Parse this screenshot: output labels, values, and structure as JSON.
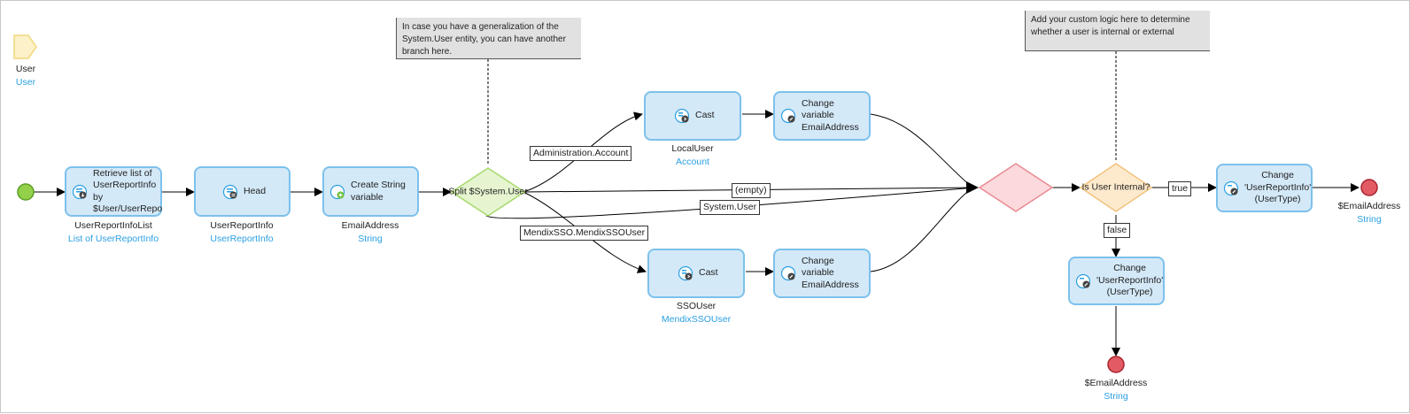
{
  "parameter": {
    "name": "User",
    "type": "User"
  },
  "notes": {
    "generalization": "In case you have a generalization of the System.User entity, you can have another branch here.",
    "custom_logic": "Add your custom logic here to determine whether a user is internal or external"
  },
  "activities": {
    "retrieve": {
      "text": "Retrieve list of UserReportInfo by $User/UserRepo",
      "var": "UserReportInfoList",
      "type": "List of UserReportInfo"
    },
    "head": {
      "text": "Head",
      "var": "UserReportInfo",
      "type": "UserReportInfo"
    },
    "create_string": {
      "text": "Create String variable",
      "var": "EmailAddress",
      "type": "String"
    },
    "cast_local": {
      "text": "Cast",
      "var": "LocalUser",
      "type": "Account"
    },
    "change_email_top": {
      "text": "Change variable EmailAddress"
    },
    "cast_sso": {
      "text": "Cast",
      "var": "SSOUser",
      "type": "MendixSSOUser"
    },
    "change_email_bottom": {
      "text": "Change variable EmailAddress"
    },
    "change_report_true": {
      "text": "Change 'UserReportInfo' (UserType)"
    },
    "change_report_false": {
      "text": "Change 'UserReportInfo' (UserType)"
    }
  },
  "split": {
    "text": "Split $System.User"
  },
  "decision": {
    "text": "Is User Internal?"
  },
  "conditions": {
    "administration_account": "Administration.Account",
    "empty": "(empty)",
    "system_user": "System.User",
    "mendix_sso": "MendixSSO.MendixSSOUser",
    "true": "true",
    "false": "false"
  },
  "end_events": {
    "right": {
      "name": "$EmailAddress",
      "type": "String"
    },
    "bottom": {
      "name": "$EmailAddress",
      "type": "String"
    }
  },
  "colors": {
    "activity_fill": "#d4e9f8",
    "activity_border": "#7cc1ec",
    "type_text": "#2a9fe3",
    "start_event": "#94d14a",
    "end_event": "#e25a63",
    "split_fill": "#e6f5d0",
    "merge_fill": "#fcd9dc",
    "decision_fill": "#fdeacd"
  }
}
